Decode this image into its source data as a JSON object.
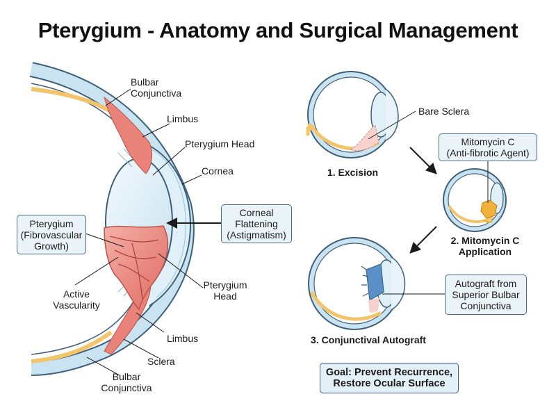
{
  "title": "Pterygium - Anatomy and Surgical Management",
  "anatomy": {
    "bulbar_top": [
      "Bulbar",
      "Conjunctiva"
    ],
    "limbus_top": "Limbus",
    "pterygium_head_top": "Pterygium Head",
    "cornea": "Cornea",
    "pterygium_box": [
      "Pterygium",
      "(Fibrovascular",
      "Growth)"
    ],
    "corneal_flattening_box": [
      "Corneal",
      "Flattening",
      "(Astigmatism)"
    ],
    "active_vascularity": [
      "Active",
      "Vascularity"
    ],
    "pterygium_head_bottom": [
      "Pterygium",
      "Head"
    ],
    "limbus_bottom": "Limbus",
    "sclera": "Sclera",
    "bulbar_bottom": [
      "Bulbar",
      "Conjunctiva"
    ]
  },
  "surgery": {
    "bare_sclera": "Bare Sclera",
    "step1": "1. Excision",
    "mitomycin_box": [
      "Mitomycin C",
      "(Anti-fibrotic Agent)"
    ],
    "step2": [
      "2. Mitomycin C",
      "Application"
    ],
    "autograft_box": [
      "Autograft from",
      "Superior Bulbar",
      "Conjunctiva"
    ],
    "step3": "3. Conjunctival Autograft",
    "goal_box": [
      "Goal: Prevent Recurrence,",
      "Restore Ocular Surface"
    ]
  },
  "colors": {
    "sclera_blue": "#c9e3f1",
    "outline": "#3d5f7a",
    "conjunctiva_yellow": "#f2c56b",
    "pterygium_red": "#e9837a",
    "autograft_blue": "#5b8fc7",
    "mitomycin_orange": "#f1b13b"
  }
}
